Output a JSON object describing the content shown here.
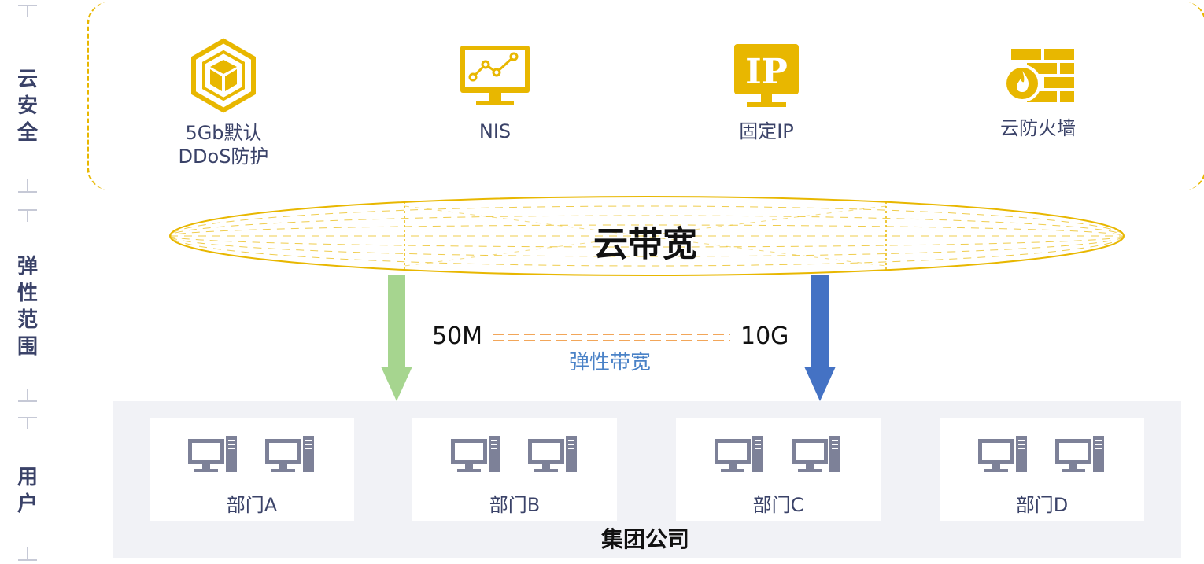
{
  "rail": {
    "security": "云安全",
    "range": "弹性范围",
    "users": "用户"
  },
  "security_items": [
    {
      "label_line1": "5Gb默认",
      "label_line2": "DDoS防护",
      "icon": "ddos-shield-cube-icon"
    },
    {
      "label_line1": "NIS",
      "label_line2": "",
      "icon": "monitor-chart-icon"
    },
    {
      "label_line1": "固定IP",
      "label_line2": "",
      "icon": "ip-monitor-icon"
    },
    {
      "label_line1": "云防火墙",
      "label_line2": "",
      "icon": "firewall-icon"
    }
  ],
  "ip_icon_text": "IP",
  "bandwidth": {
    "title": "云带宽",
    "min": "50M",
    "max": "10G",
    "elastic_label": "弹性带宽"
  },
  "departments": [
    {
      "label": "部门A"
    },
    {
      "label": "部门B"
    },
    {
      "label": "部门C"
    },
    {
      "label": "部门D"
    }
  ],
  "group_label": "集团公司",
  "colors": {
    "accent": "#e8b700",
    "rail_text": "#3a4268",
    "green_arrow": "#a6d58f",
    "blue_arrow": "#4472c4",
    "elastic_text": "#4a82c7",
    "dash_orange": "#f2a65a"
  }
}
